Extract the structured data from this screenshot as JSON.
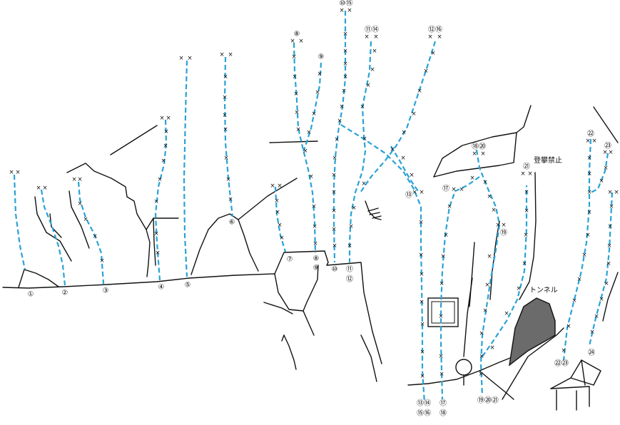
{
  "colors": {
    "route": "#2aa2d6",
    "line": "#111111",
    "tunnel": "#6b6b6b"
  },
  "icons": {
    "bolt": "×"
  },
  "annotations": {
    "tunnel": "トンネル",
    "no_climbing": "登攀禁止"
  },
  "route_labels": [
    {
      "id": "r1",
      "text": "①"
    },
    {
      "id": "r2",
      "text": "②"
    },
    {
      "id": "r3",
      "text": "③"
    },
    {
      "id": "r4",
      "text": "④"
    },
    {
      "id": "r5",
      "text": "⑤"
    },
    {
      "id": "r6",
      "text": "⑥"
    },
    {
      "id": "r7",
      "text": "⑦"
    },
    {
      "id": "r8",
      "text": "⑧"
    },
    {
      "id": "r9",
      "text": "⑨"
    },
    {
      "id": "r8b",
      "text": "⑧"
    },
    {
      "id": "r9b",
      "text": "⑨"
    },
    {
      "id": "r10",
      "text": "⑩"
    },
    {
      "id": "r11",
      "text": "⑪"
    },
    {
      "id": "r12",
      "text": "⑫"
    },
    {
      "id": "r10t",
      "text": "⑩⑮"
    },
    {
      "id": "r11t",
      "text": "⑪⑭"
    },
    {
      "id": "r12t",
      "text": "⑫⑯"
    },
    {
      "id": "r13",
      "text": "⑬"
    },
    {
      "id": "r17",
      "text": "⑰"
    },
    {
      "id": "r18t",
      "text": "⑱⑳"
    },
    {
      "id": "r19",
      "text": "⑲"
    },
    {
      "id": "r21",
      "text": "㉑"
    },
    {
      "id": "r22t",
      "text": "㉒"
    },
    {
      "id": "r23t",
      "text": "㉓"
    },
    {
      "id": "r24",
      "text": "㉔"
    },
    {
      "id": "b13a",
      "text": "⑬⑭"
    },
    {
      "id": "b13b",
      "text": "⑮⑯"
    },
    {
      "id": "b17a",
      "text": "⑰"
    },
    {
      "id": "b17b",
      "text": "⑱"
    },
    {
      "id": "b19",
      "text": "⑲⑳㉑"
    },
    {
      "id": "b22",
      "text": "㉒㉓"
    }
  ]
}
